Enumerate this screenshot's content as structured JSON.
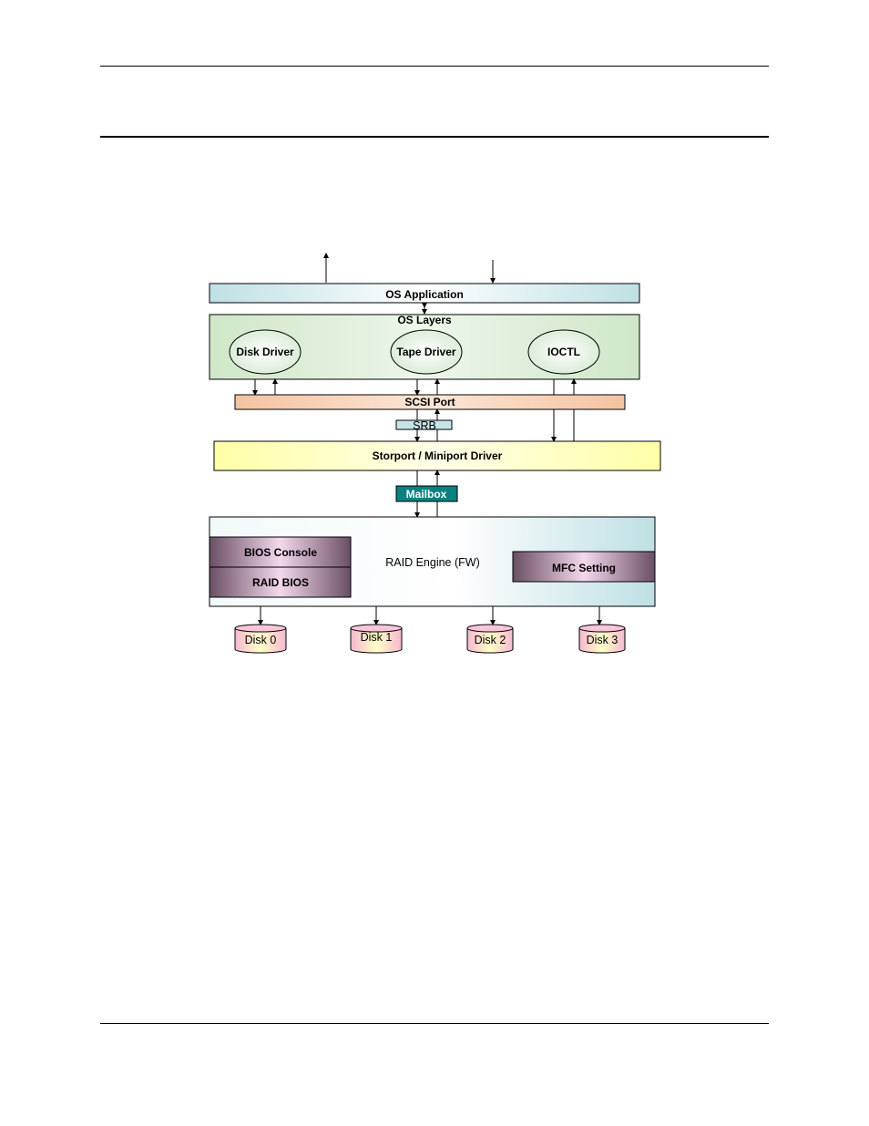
{
  "diagram": {
    "os_application": "OS Application",
    "os_layers": "OS Layers",
    "disk_driver": "Disk Driver",
    "tape_driver": "Tape Driver",
    "ioctl": "IOCTL",
    "scsi_port": "SCSI Port",
    "srb": "SRB",
    "storport_driver": "Storport / Miniport Driver",
    "mailbox": "Mailbox",
    "raid_engine": "RAID Engine (FW)",
    "bios_console": "BIOS Console",
    "raid_bios": "RAID BIOS",
    "mfc_setting": "MFC Setting",
    "disks": [
      "Disk 0",
      "Disk 1",
      "Disk 2",
      "Disk 3"
    ]
  },
  "colors": {
    "light_blue": "#c6e4e8",
    "light_green": "#d8ecd2",
    "peach": "#f6cba6",
    "light_yellow": "#ffffb8",
    "teal": "#0a8080",
    "purple_dark": "#6e5468",
    "pink": "#f9c5dc"
  }
}
